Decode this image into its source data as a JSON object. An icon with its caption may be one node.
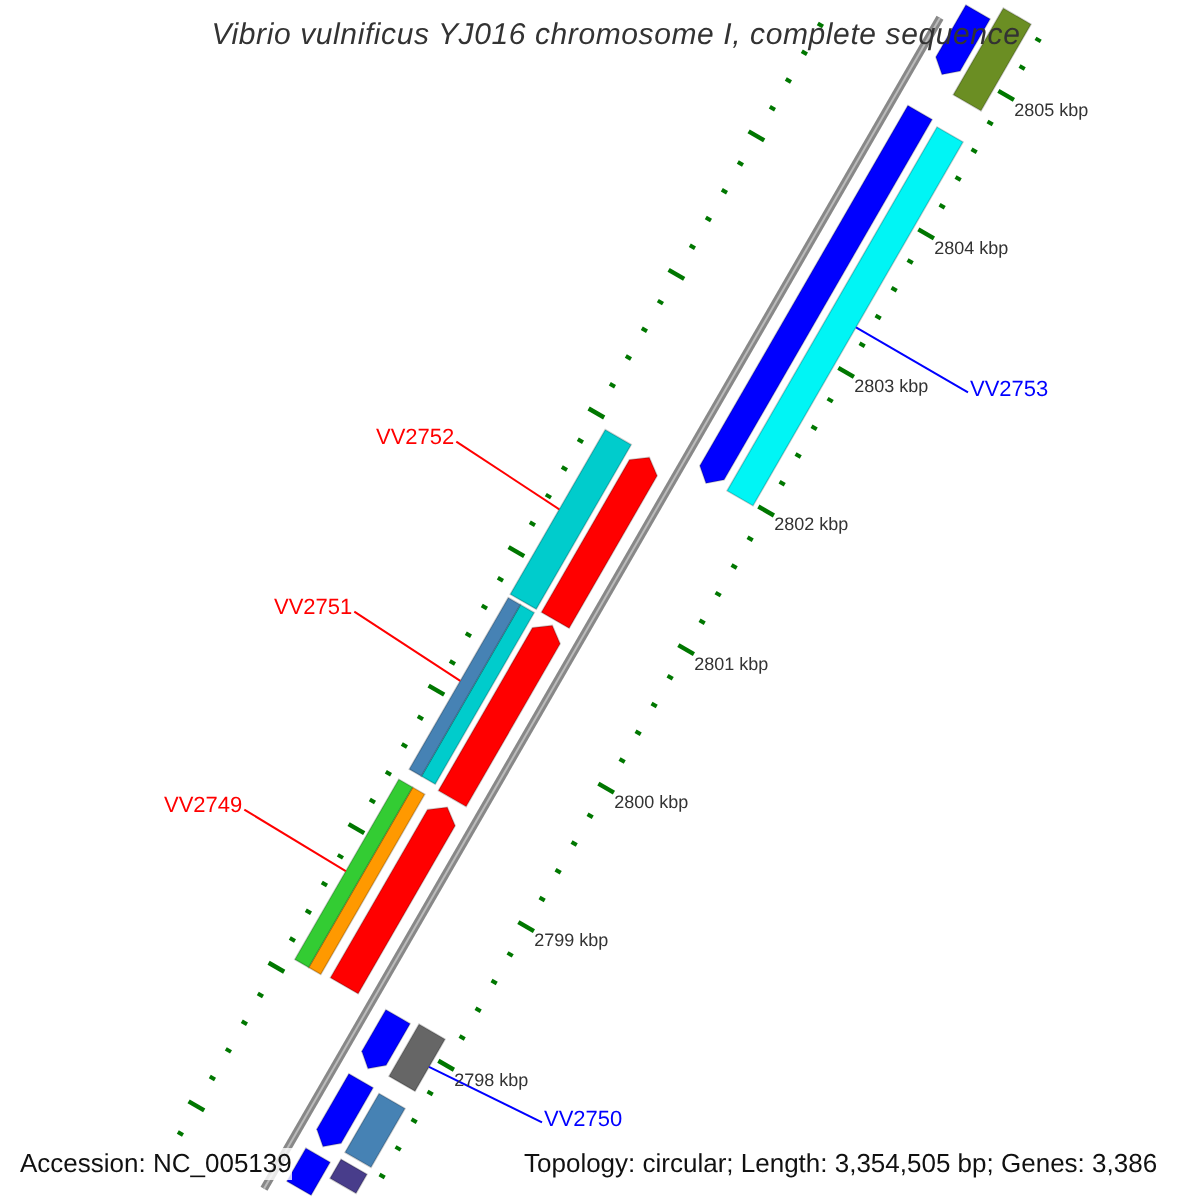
{
  "diagram": {
    "title": "Vibrio vulnificus YJ016 chromosome I, complete sequence",
    "nodes": [
      {
        "text": [
          "VV2753"
        ]
      },
      {
        "text": [
          "VV2752"
        ]
      },
      {
        "text": [
          "VV2751"
        ]
      },
      {
        "text": [
          "VV2749"
        ]
      },
      {
        "text": [
          "VV2750"
        ]
      },
      {
        "text": [],
        "shape": "bar"
      },
      {
        "text": [],
        "shape": "bar"
      },
      {
        "text": [],
        "shape": "bar"
      },
      {
        "text": [],
        "shape": "bar"
      },
      {
        "text": [],
        "shape": "bar"
      }
    ],
    "edges": [
      {
        "from": 0,
        "to": 5,
        "arrow": "none",
        "color": "#0000ff"
      },
      {
        "from": 1,
        "to": 6,
        "arrow": "none"
      },
      {
        "from": 2,
        "to": 7,
        "arrow": "none"
      },
      {
        "from": 3,
        "to": 8,
        "arrow": "none"
      },
      {
        "from": 4,
        "to": 9,
        "arrow": "none",
        "color": "#0000ff"
      }
    ],
    "labels": [
      "2805 kbp",
      "2804 kbp",
      "2803 kbp",
      "2802 kbp",
      "2801 kbp",
      "2800 kbp",
      "2799 kbp",
      "2798 kbp",
      "Accession: NC_005139",
      "Topology: circular; Length: 3,354,505 bp; Genes: 3,386"
    ]
  }
}
